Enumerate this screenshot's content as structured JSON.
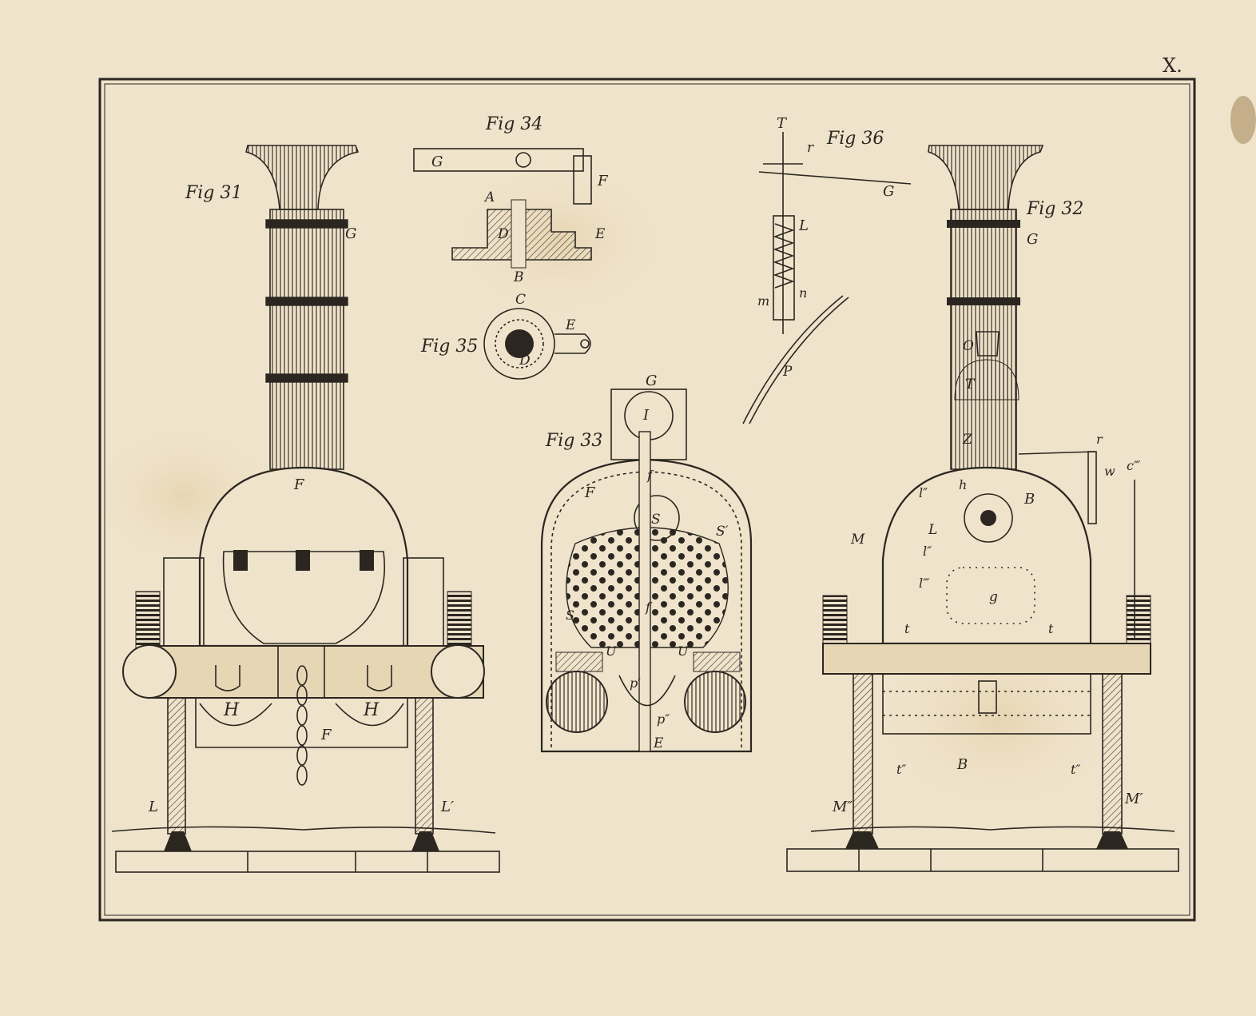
{
  "plate_number": "X.",
  "figures": {
    "fig31": {
      "title": "Fig 31",
      "labels": {
        "chimney": "G",
        "boiler": "F",
        "buffer_left": "H",
        "buffer_right": "H",
        "coupling": "F",
        "wheel_left": "L",
        "wheel_right": "L′"
      }
    },
    "fig32": {
      "title": "Fig 32",
      "labels": {
        "chimney": "G",
        "dome_top": "O",
        "dome": "T",
        "safety": "Z",
        "valve": "r",
        "pipe": "w",
        "lever": "c‴",
        "boiler": "B",
        "gauge": "h",
        "cock1": "l″",
        "cock2": "L",
        "cock3": "l″",
        "cock4": "l‴",
        "manhole": "M",
        "door": "g",
        "tap_left": "t",
        "tap_right": "t",
        "bottom_left": "t″",
        "bottom": "B",
        "bottom_right": "t″",
        "wheel_left": "M″",
        "wheel_right": "M′"
      }
    },
    "fig33": {
      "title": "Fig 33",
      "labels": {
        "chimney": "G",
        "top": "I",
        "pipe": "f",
        "shell": "F",
        "tube": "S",
        "tube2": "S′",
        "center": "f",
        "side": "S",
        "u_left": "U",
        "u_right": "U",
        "p1": "p′",
        "p2": "p″",
        "bottom": "E"
      }
    },
    "fig34": {
      "title": "Fig 34",
      "labels": {
        "lever": "G",
        "arm": "F",
        "a": "A",
        "d": "D",
        "e": "E",
        "b": "B"
      }
    },
    "fig35": {
      "title": "Fig 35",
      "labels": {
        "c": "C",
        "e": "E",
        "d": "D"
      }
    },
    "fig36": {
      "title": "Fig 36",
      "labels": {
        "t": "T",
        "r": "r",
        "g": "G",
        "l": "L",
        "m": "m",
        "n": "n",
        "p": "P"
      }
    }
  },
  "colors": {
    "paper": "#efe3cb",
    "ink": "#2b2620",
    "shade": "#b9a27a"
  }
}
